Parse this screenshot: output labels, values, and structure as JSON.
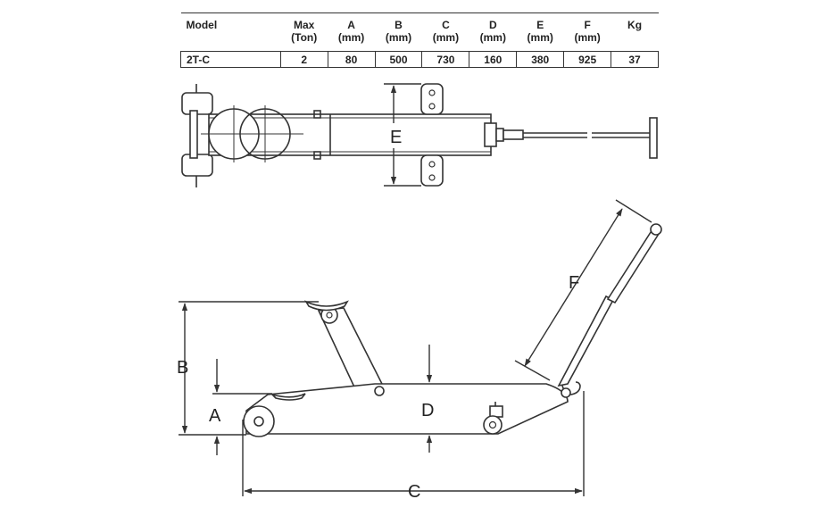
{
  "table": {
    "headers": [
      {
        "line1": "Model",
        "line2": ""
      },
      {
        "line1": "Max",
        "line2": "(Ton)"
      },
      {
        "line1": "A",
        "line2": "(mm)"
      },
      {
        "line1": "B",
        "line2": "(mm)"
      },
      {
        "line1": "C",
        "line2": "(mm)"
      },
      {
        "line1": "D",
        "line2": "(mm)"
      },
      {
        "line1": "E",
        "line2": "(mm)"
      },
      {
        "line1": "F",
        "line2": "(mm)"
      },
      {
        "line1": "Kg",
        "line2": ""
      }
    ],
    "row": [
      "2T-C",
      "2",
      "80",
      "500",
      "730",
      "160",
      "380",
      "925",
      "37"
    ]
  },
  "labels": {
    "a": "A",
    "b": "B",
    "c": "C",
    "d": "D",
    "e": "E",
    "f": "F"
  }
}
